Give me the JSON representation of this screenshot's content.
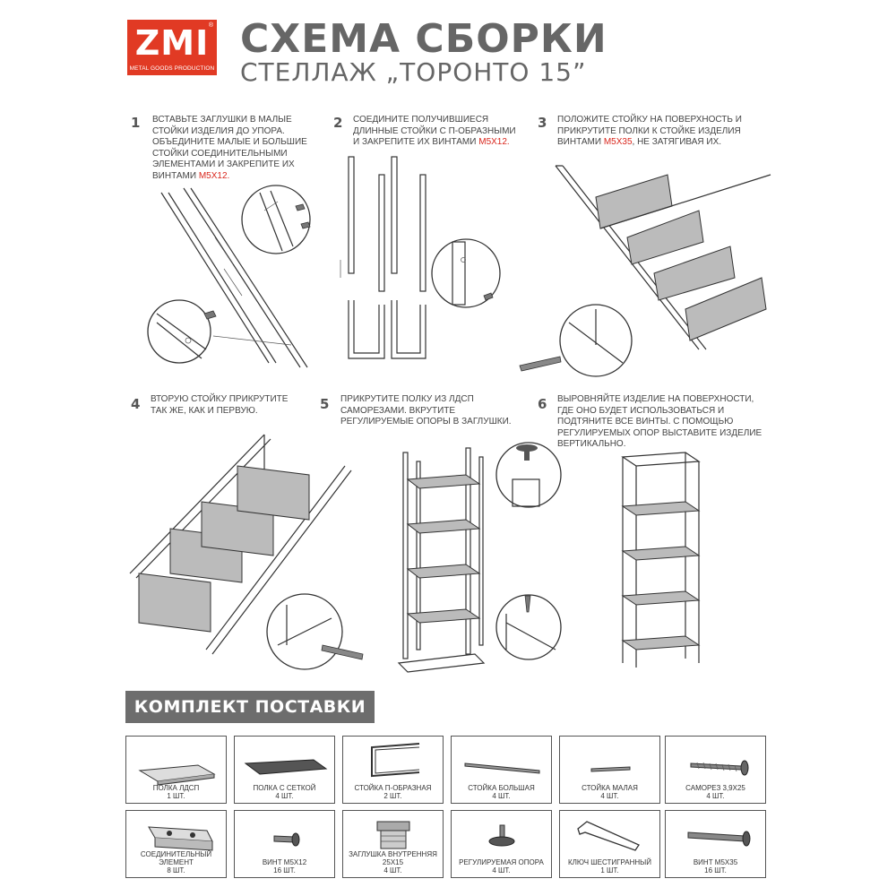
{
  "logo": {
    "mark": "ZMI",
    "reg": "®",
    "subtitle": "METAL GOODS PRODUCTION"
  },
  "header": {
    "title": "СХЕМА СБОРКИ",
    "subtitle": "СТЕЛЛАЖ „ТОРОНТО 15”"
  },
  "steps": [
    {
      "num": "1",
      "text": "ВСТАВЬТЕ ЗАГЛУШКИ В МАЛЫЕ СТОЙКИ ИЗДЕЛИЯ ДО УПОРА. ОБЪЕДИНИТЕ МАЛЫЕ И БОЛЬШИЕ СТОЙКИ СОЕДИНИТЕЛЬНЫМИ ЭЛЕМЕНТАМИ И ЗАКРЕПИТЕ ИХ ВИНТАМИ",
      "highlight": "М5х12."
    },
    {
      "num": "2",
      "text": "СОЕДИНИТЕ ПОЛУЧИВШИЕСЯ ДЛИННЫЕ СТОЙКИ С П-ОБРАЗНЫМИ И ЗАКРЕПИТЕ ИХ ВИНТАМИ",
      "highlight": "М5х12."
    },
    {
      "num": "3",
      "text": "ПОЛОЖИТЕ СТОЙКУ НА ПОВЕРХНОСТЬ И ПРИКРУТИТЕ ПОЛКИ К СТОЙКЕ ИЗДЕЛИЯ ВИНТАМИ",
      "highlight": "М5х35",
      "tail": ", НЕ ЗАТЯГИВАЯ ИХ."
    },
    {
      "num": "4",
      "text": "ВТОРУЮ СТОЙКУ ПРИКРУТИТЕ ТАК ЖЕ, КАК И ПЕРВУЮ."
    },
    {
      "num": "5",
      "text": "ПРИКРУТИТЕ ПОЛКУ ИЗ ЛДСП САМОРЕЗАМИ. ВКРУТИТЕ РЕГУЛИРУЕМЫЕ ОПОРЫ В ЗАГЛУШКИ."
    },
    {
      "num": "6",
      "text": "ВЫРОВНЯЙТЕ ИЗДЕЛИЕ НА ПОВЕРХНОСТИ, ГДЕ ОНО БУДЕТ ИСПОЛЬЗОВАТЬСЯ И ПОДТЯНИТЕ ВСЕ ВИНТЫ. С ПОМОЩЬЮ РЕГУЛИРУЕМЫХ ОПОР ВЫСТАВИТЕ ИЗДЕЛИЕ ВЕРТИКАЛЬНО."
    }
  ],
  "kit": {
    "title": "КОМПЛЕКТ ПОСТАВКИ",
    "items": [
      {
        "name": "ПОЛКА ЛДСП",
        "qty": "1 шт.",
        "icon": "chipboard-shelf-icon"
      },
      {
        "name": "ПОЛКА С СЕТКОЙ",
        "qty": "4 шт.",
        "icon": "mesh-shelf-icon"
      },
      {
        "name": "СТОЙКА П-ОБРАЗНАЯ",
        "qty": "2 шт.",
        "icon": "u-post-icon"
      },
      {
        "name": "СТОЙКА БОЛЬШАЯ",
        "qty": "4 шт.",
        "icon": "large-post-icon"
      },
      {
        "name": "СТОЙКА МАЛАЯ",
        "qty": "4 шт.",
        "icon": "small-post-icon"
      },
      {
        "name": "САМОРЕЗ 3,9х25",
        "qty": "4 шт.",
        "icon": "self-tapping-screw-icon"
      },
      {
        "name": "СОЕДИНИТЕЛЬНЫЙ ЭЛЕМЕНТ",
        "qty": "8 шт.",
        "icon": "connector-icon"
      },
      {
        "name": "ВИНТ М5х12",
        "qty": "16 шт.",
        "icon": "short-bolt-icon"
      },
      {
        "name": "ЗАГЛУШКА ВНУТРЕННЯЯ 25х15",
        "qty": "4 шт.",
        "icon": "end-plug-icon"
      },
      {
        "name": "РЕГУЛИРУЕМАЯ ОПОРА",
        "qty": "4 шт.",
        "icon": "adjustable-foot-icon"
      },
      {
        "name": "КЛЮЧ ШЕСТИГРАННЫЙ",
        "qty": "1 шт.",
        "icon": "hex-key-icon"
      },
      {
        "name": "ВИНТ М5х35",
        "qty": "16 шт.",
        "icon": "long-bolt-icon"
      }
    ]
  },
  "colors": {
    "brand": "#e13a24",
    "highlight": "#d9261c",
    "banner": "#6d6d6d"
  }
}
